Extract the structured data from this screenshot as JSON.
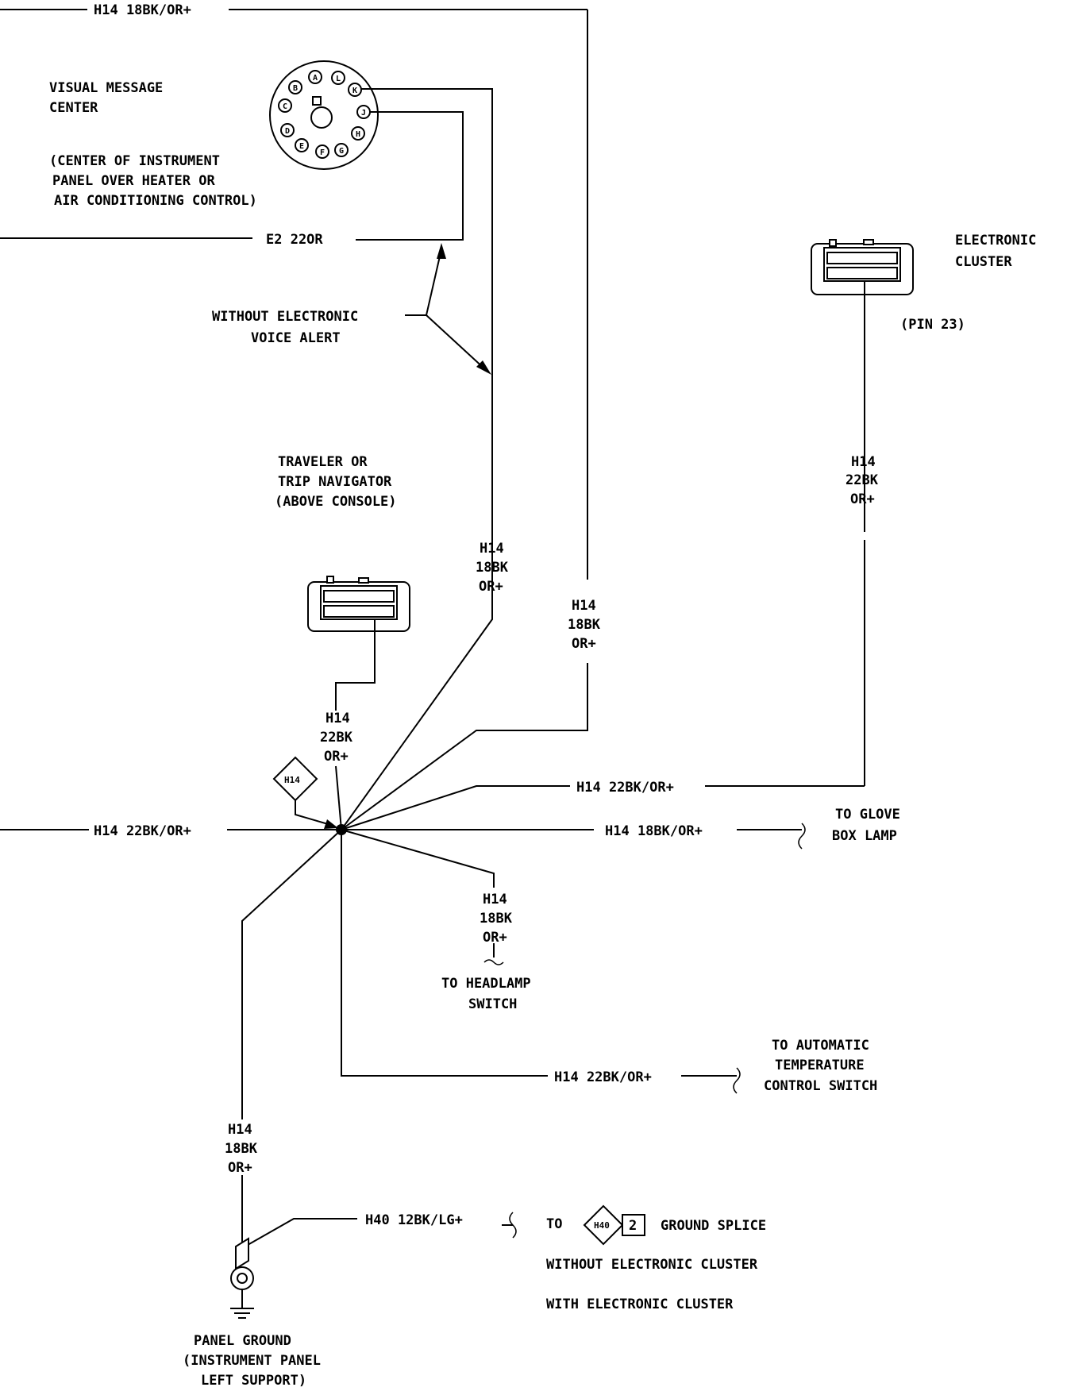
{
  "wires": {
    "top": "H14 18BK/OR+",
    "e2": "E2 22OR",
    "drop_vmc_1": "H14",
    "drop_vmc_2": "18BK",
    "drop_vmc_3": "OR+",
    "drop_right_1": "H14",
    "drop_right_2": "18BK",
    "drop_right_3": "OR+",
    "drop_traveler_1": "H14",
    "drop_traveler_2": "22BK",
    "drop_traveler_3": "OR+",
    "drop_cluster_1": "H14",
    "drop_cluster_2": "22BK",
    "drop_cluster_3": "OR+",
    "to_cluster": "H14 22BK/OR+",
    "left_in": "H14 22BK/OR+",
    "to_glovebox": "H14 18BK/OR+",
    "headlamp_1": "H14",
    "headlamp_2": "18BK",
    "headlamp_3": "OR+",
    "atc": "H14 22BK/OR+",
    "ground_1": "H14",
    "ground_2": "18BK",
    "ground_3": "OR+",
    "h40": "H40 12BK/LG+"
  },
  "components": {
    "vmc_title_1": "VISUAL MESSAGE",
    "vmc_title_2": "CENTER",
    "vmc_note_1": "(CENTER OF INSTRUMENT",
    "vmc_note_2": "PANEL OVER HEATER OR",
    "vmc_note_3": "AIR CONDITIONING CONTROL)",
    "vmc_pins": [
      "A",
      "B",
      "C",
      "D",
      "E",
      "F",
      "G",
      "H",
      "J",
      "K",
      "L"
    ],
    "cluster_1": "ELECTRONIC",
    "cluster_2": "CLUSTER",
    "cluster_pin": "(PIN 23)",
    "traveler_1": "TRAVELER OR",
    "traveler_2": "TRIP NAVIGATOR",
    "traveler_3": "(ABOVE CONSOLE)",
    "voice_1": "WITHOUT ELECTRONIC",
    "voice_2": "VOICE ALERT",
    "splice_tag": "H14",
    "glovebox_1": "TO GLOVE",
    "glovebox_2": "BOX LAMP",
    "headlamp_to_1": "TO HEADLAMP",
    "headlamp_to_2": "SWITCH",
    "atc_to_1": "TO AUTOMATIC",
    "atc_to_2": "TEMPERATURE",
    "atc_to_3": "CONTROL SWITCH",
    "ground_splice_to": "TO",
    "ground_splice_tag": "H40",
    "ground_splice_num": "2",
    "ground_splice_label": "GROUND SPLICE",
    "without_cluster": "WITHOUT ELECTRONIC CLUSTER",
    "with_cluster": "WITH ELECTRONIC CLUSTER",
    "panel_ground_1": "PANEL GROUND",
    "panel_ground_2": "(INSTRUMENT PANEL",
    "panel_ground_3": "LEFT SUPPORT)"
  }
}
